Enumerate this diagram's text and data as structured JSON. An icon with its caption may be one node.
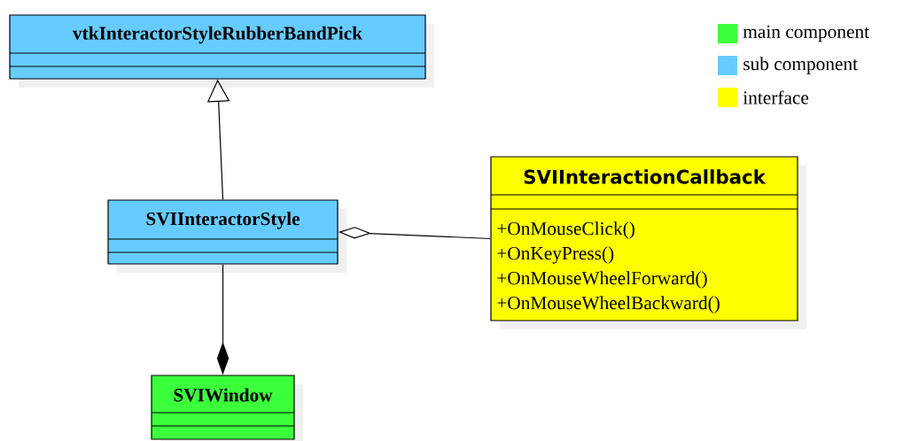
{
  "diagram": {
    "nodes": [
      {
        "text": [
          "vtkInteractorStyleRubberBandPick"
        ]
      },
      {
        "text": [
          "SVIInteractorStyle"
        ]
      },
      {
        "text": [
          "SVIInteractionCallback",
          "+OnMouseClick()",
          "+OnKeyPress()",
          "+OnMouseWheelForward()",
          "+OnMouseWheelBackward()"
        ]
      },
      {
        "text": [
          "SVIWindow"
        ]
      }
    ],
    "edges": [
      {
        "from": 1,
        "to": 0,
        "arrow": "to"
      },
      {
        "from": 2,
        "to": 1,
        "arrow": "other"
      },
      {
        "from": 1,
        "to": 3,
        "arrow": "other"
      }
    ],
    "legend": [
      {
        "text": "main component",
        "color": "#3cff3c"
      },
      {
        "text": "sub component",
        "color": "#66ccff"
      },
      {
        "text": "interface",
        "color": "#ffff00"
      }
    ]
  }
}
